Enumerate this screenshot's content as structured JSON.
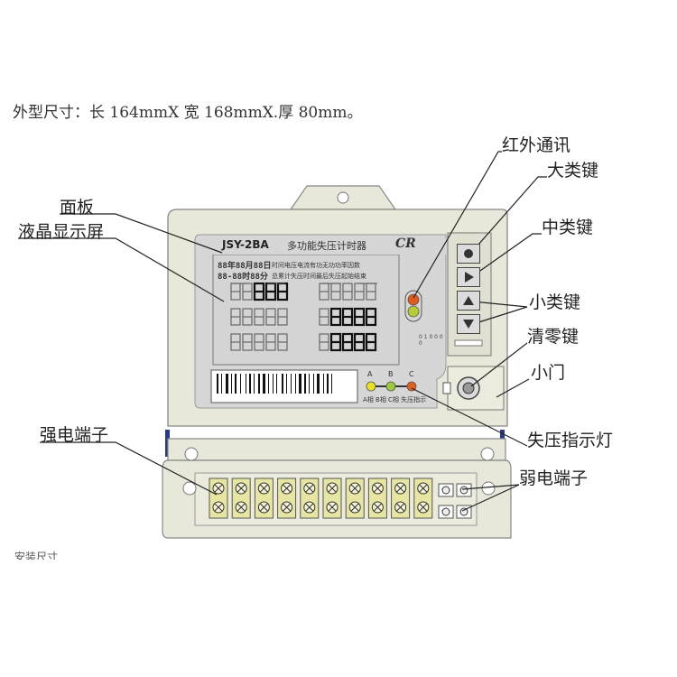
{
  "dimensions_text": "外型尺寸：长 164mmX 宽 168mmX.厚 80mm。",
  "footer_text": "安装尺寸",
  "meter": {
    "model": "JSY-2BA",
    "title": "多功能失压计时器",
    "brand_logo": "CR",
    "lcd_line1": "88年88月88日",
    "lcd_line2": "88-88时88分",
    "lcd_flags1": "时间电压电流有功无功功率因数",
    "lcd_flags2": "总累计失压时间最后失压起始结束",
    "led_labels": [
      "A",
      "B",
      "C"
    ],
    "under_led_text": "A相 B相 C相 失压指示",
    "under_buttons_text": "0 1 0 0 0 0",
    "phase_indicators": [
      "A",
      "B",
      "C"
    ]
  },
  "labels": {
    "infrared": "红外通讯",
    "big_key": "大类键",
    "mid_key": "中类键",
    "small_key": "小类键",
    "clear_key": "清零键",
    "small_door": "小门",
    "panel": "面板",
    "lcd": "液晶显示屏",
    "strong_terminal": "强电端子",
    "undervoltage_led": "失压指示灯",
    "weak_terminal": "弱电端子"
  },
  "colors": {
    "body": "#e8e8da",
    "lcd": "#d8d8d8",
    "led_top": "#e05a1e",
    "led_bottom": "#b6cc34",
    "led_a": "#e8e020",
    "led_b": "#9ccc3a",
    "led_c": "#e06020",
    "terminal_clamp": "#e6e6a2",
    "side_blue": "#2a3a8a"
  }
}
